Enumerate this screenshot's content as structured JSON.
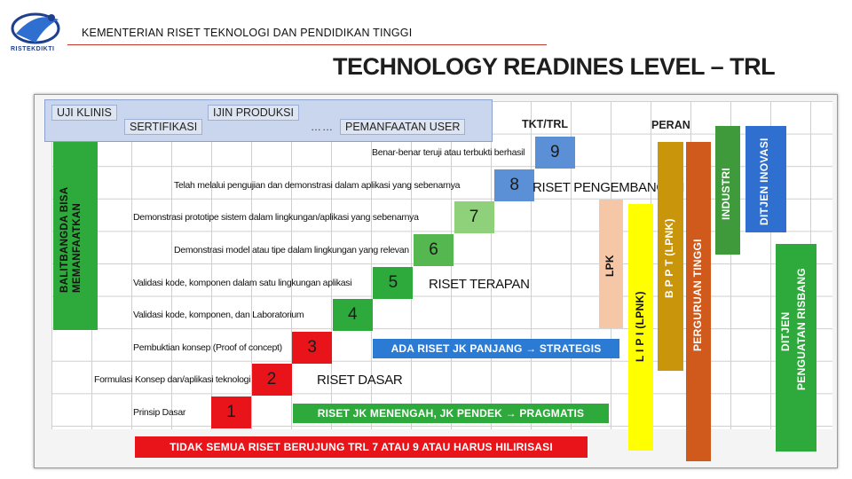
{
  "header": {
    "logo_text": "RISTEKDIKTI",
    "ministry": "KEMENTERIAN RISET TEKNOLOGI DAN PENDIDIKAN TINGGI",
    "title": "TECHNOLOGY READINES LEVEL – TRL"
  },
  "diagram": {
    "top_labels": {
      "uji_klinis": "UJI KLINIS",
      "ijin_produksi": "IJIN PRODUKSI",
      "sertifikasi": "SERTIFIKASI",
      "dots": "……",
      "pemanfaatan_user": "PEMANFAATAN USER"
    },
    "tkt_header": "TKT/TRL",
    "peran_header": "PERAN",
    "left_bar": "BALITBANGDA BISA MEMANFAATKAN",
    "levels": [
      {
        "num": "1",
        "label": "Prinsip Dasar",
        "color": "#e8141a"
      },
      {
        "num": "2",
        "label": "Formulasi Konsep dan/aplikasi teknologi",
        "color": "#e8141a"
      },
      {
        "num": "3",
        "label": "Pembuktian konsep (Proof of concept)",
        "color": "#e8141a"
      },
      {
        "num": "4",
        "label": "Validasi kode, komponen, dan Laboratorium",
        "color": "#2eaa3c"
      },
      {
        "num": "5",
        "label": "Validasi kode, komponen dalam satu lingkungan aplikasi",
        "color": "#2eaa3c"
      },
      {
        "num": "6",
        "label": "Demonstrasi model atau tipe dalam lingkungan yang relevan",
        "color": "#55b74f"
      },
      {
        "num": "7",
        "label": "Demonstrasi prototipe sistem dalam lingkungan/aplikasi yang sebenarnya",
        "color": "#8fd07a"
      },
      {
        "num": "8",
        "label": "Telah melalui pengujian dan demonstrasi dalam aplikasi yang sebenarnya",
        "color": "#5b8fd6"
      },
      {
        "num": "9",
        "label": "Benar-benar teruji atau terbukti berhasil",
        "color": "#5b8fd6"
      }
    ],
    "zones": {
      "riset_dasar": "RISET DASAR",
      "riset_terapan": "RISET TERAPAN",
      "riset_pengembangan": "RISET PENGEMBANGAN"
    },
    "roles": {
      "lpk": "LPK",
      "lipi": "L I P I (LPNK)",
      "bppt": "B P P T (LPNK)",
      "perguruan_tinggi": "PERGURUAN TINGGI",
      "industri": "INDUSTRI",
      "ditjen_inovasi": "DITJEN INOVASI",
      "ditjen_risbang_1": "DITJEN",
      "ditjen_risbang_2": "PENGUATAN RISBANG"
    },
    "banners": {
      "jk_panjang": "ADA RISET JK PANJANG → STRATEGIS",
      "jk_menengah": "RISET JK MENENGAH, JK PENDEK → PRAGMATIS",
      "tidak_semua": "TIDAK SEMUA RISET BERUJUNG TRL 7 ATAU 9 ATAU HARUS HILIRISASI"
    },
    "colors": {
      "red": "#e8141a",
      "green": "#2eaa3c",
      "blue_banner": "#2b7bd4",
      "lpk": "#f6c7a6",
      "lipi": "#ffff00",
      "bppt": "#c9950a",
      "perguruan_tinggi": "#d05a1b",
      "industri": "#3f9a3c",
      "ditjen_inovasi": "#2e6fd0",
      "ditjen_risbang": "#2eaa3c"
    }
  }
}
